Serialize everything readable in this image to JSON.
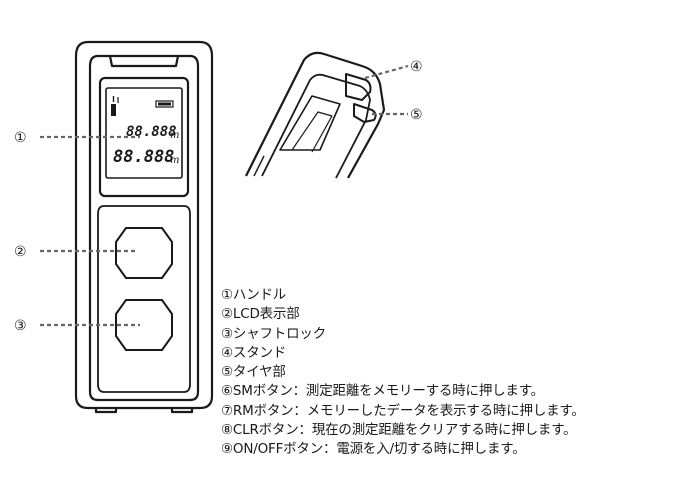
{
  "lcd": {
    "line1": "88.888",
    "line2": "88.888",
    "unit1": "m",
    "unit2": "m"
  },
  "callouts": [
    "①",
    "②",
    "③",
    "④",
    "⑤"
  ],
  "legend": [
    "①ハンドル",
    "②LCD表示部",
    "③シャフトロック",
    "④スタンド",
    "⑤タイヤ部",
    "⑥SMボタン：測定距離をメモリーする時に押します。",
    "⑦RMボタン：メモリーしたデータを表示する時に押します。",
    "⑧CLRボタン：現在の測定距離をクリアする時に押します。",
    "⑨ON/OFFボタン：電源を入/切する時に押します。"
  ]
}
